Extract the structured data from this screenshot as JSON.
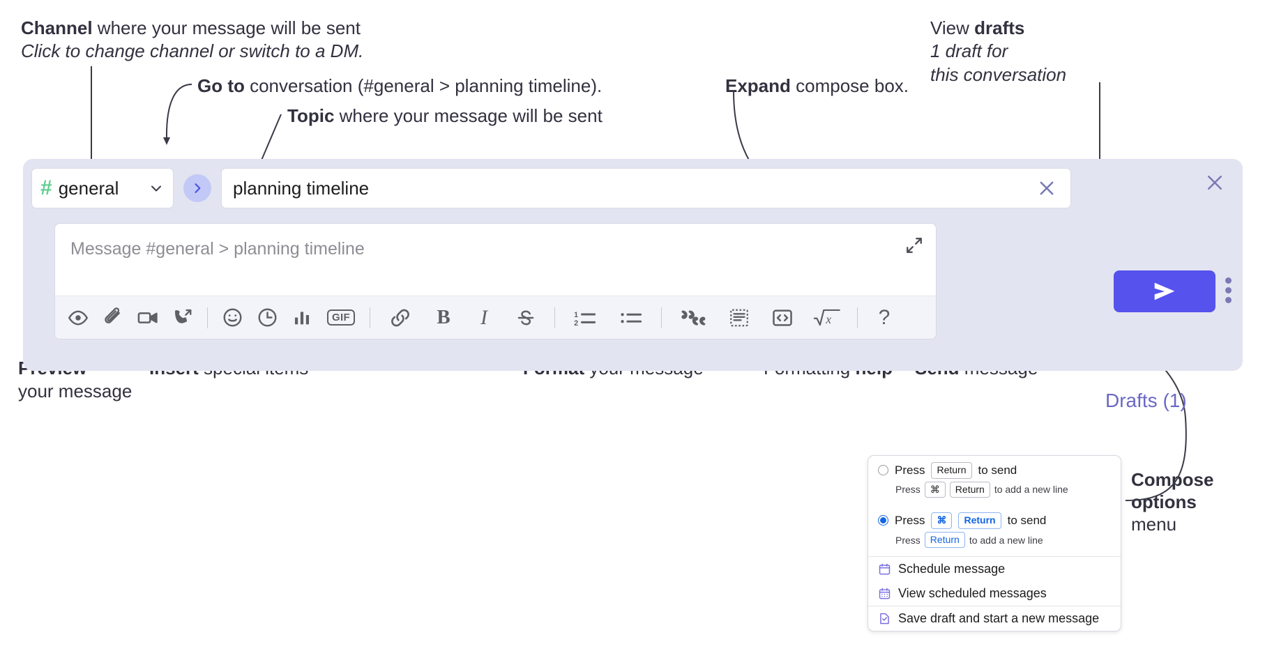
{
  "annotations": {
    "channel": {
      "bold": "Channel",
      "rest": " where your message will be sent",
      "italic": "Click to change channel or switch to a DM."
    },
    "goto": {
      "bold": "Go to",
      "rest": " conversation (#general > planning timeline)."
    },
    "topic": {
      "bold": "Topic",
      "rest": " where your message will be sent"
    },
    "expand": {
      "bold": "Expand",
      "rest": " compose box."
    },
    "drafts": {
      "line1a": "View ",
      "line1b": "drafts",
      "line2": "1 draft for",
      "line3": "this conversation"
    },
    "preview": {
      "bold": "Preview",
      "line2": "your message"
    },
    "insert": {
      "bold": "Insert",
      "rest": " special items"
    },
    "format": {
      "bold": "Format",
      "rest": " your message"
    },
    "help": {
      "rest": "Formatting ",
      "bold": "help"
    },
    "send": {
      "bold": "Send",
      "rest": " message"
    },
    "compose_options": {
      "line1": "Compose",
      "line2": "options",
      "line3": "menu"
    }
  },
  "compose": {
    "channel_name": "general",
    "channel_hash": "#",
    "topic_value": "planning timeline",
    "message_placeholder": "Message #general > planning timeline",
    "drafts_label": "Drafts (1)",
    "toolbar": [
      {
        "name": "preview-icon",
        "label": "Preview"
      },
      {
        "name": "attachment-icon",
        "label": "Attach file"
      },
      {
        "name": "video-icon",
        "label": "Record video clip"
      },
      {
        "name": "call-icon",
        "label": "Call"
      },
      {
        "name": "separator",
        "label": ""
      },
      {
        "name": "emoji-icon",
        "label": "Emoji"
      },
      {
        "name": "schedule-clock-icon",
        "label": "Schedule"
      },
      {
        "name": "poll-icon",
        "label": "Poll"
      },
      {
        "name": "gif-icon",
        "label": "GIF"
      },
      {
        "name": "separator",
        "label": ""
      },
      {
        "name": "link-icon",
        "label": "Link"
      },
      {
        "name": "bold-icon",
        "label": "B"
      },
      {
        "name": "italic-icon",
        "label": "I"
      },
      {
        "name": "strikethrough-icon",
        "label": "Strikethrough"
      },
      {
        "name": "separator",
        "label": ""
      },
      {
        "name": "ordered-list-icon",
        "label": "Ordered list"
      },
      {
        "name": "bulleted-list-icon",
        "label": "Bulleted list"
      },
      {
        "name": "separator",
        "label": ""
      },
      {
        "name": "blockquote-icon",
        "label": "Blockquote"
      },
      {
        "name": "code-block-icon",
        "label": "Code block"
      },
      {
        "name": "inline-code-icon",
        "label": "Code"
      },
      {
        "name": "math-icon",
        "label": "Math"
      },
      {
        "name": "separator",
        "label": ""
      },
      {
        "name": "help-icon",
        "label": "?"
      }
    ]
  },
  "menu": {
    "option1": {
      "press": "Press",
      "key": "Return",
      "tail": "to send",
      "sub_press": "Press",
      "sub_key1": "⌘",
      "sub_key2": "Return",
      "sub_tail": "to add a new line",
      "selected": false
    },
    "option2": {
      "press": "Press",
      "key1": "⌘",
      "key2": "Return",
      "tail": "to send",
      "sub_press": "Press",
      "sub_key": "Return",
      "sub_tail": "to add a new line",
      "selected": true
    },
    "items": [
      {
        "icon": "calendar-icon",
        "label": "Schedule message"
      },
      {
        "icon": "calendar-grid-icon",
        "label": "View scheduled messages"
      },
      {
        "icon": "save-draft-icon",
        "label": "Save draft and start a new message"
      }
    ]
  },
  "colors": {
    "accent": "#5552ed",
    "compose_bg": "#e3e4f1",
    "channel_hash": "#5ece8f",
    "drafts_text": "#6a68c4",
    "annotation_text": "#32313f",
    "key_blue": "#1264e3"
  }
}
